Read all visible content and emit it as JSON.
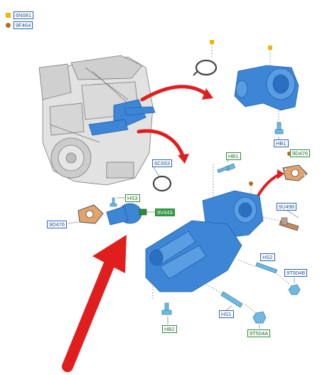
{
  "legend": [
    {
      "symbol": "square",
      "color": "#f2b705",
      "code": "6N081"
    },
    {
      "symbol": "dot",
      "color": "#b86a1a",
      "code": "9F464"
    }
  ],
  "parts": {
    "hb1_top": "HB1",
    "hb1_bottom": "HB1",
    "p9d476_right": "9D476",
    "p6c653": "6C653",
    "hs3": "HS3",
    "p9v443": "9V443",
    "p9d476_left": "9D476",
    "p9u498": "9U498",
    "hs2": "HS2",
    "p9t504b": "9T504B",
    "hs1": "HS1",
    "hb2": "HB2",
    "p9t504a": "9T504A"
  },
  "colors": {
    "part_blue": "#3d86d6",
    "part_blue_dark": "#1f5fae",
    "tag_blue": "#2a63b5",
    "tag_green": "#2d8a3a",
    "arrow_red": "#e01e1e",
    "engine_gray": "#b8b8b8"
  }
}
